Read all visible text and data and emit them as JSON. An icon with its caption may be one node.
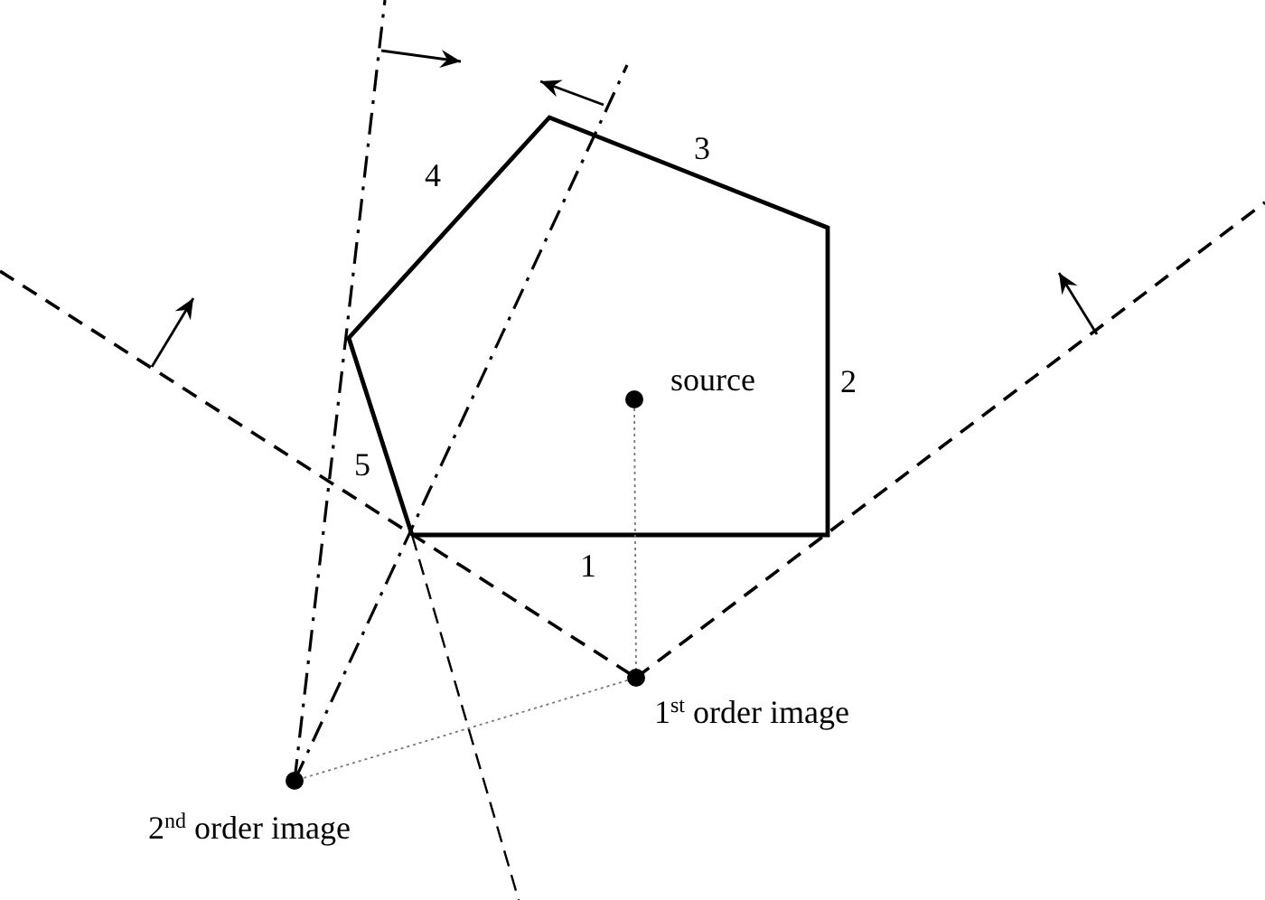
{
  "diagram": {
    "nodes": [
      {
        "text": [],
        "shape": "circle",
        "beside": [
          "source"
        ]
      },
      {
        "text": [],
        "shape": "circle",
        "beside": [
          "1$^{st}$ order image"
        ]
      },
      {
        "text": [],
        "shape": "circle",
        "beside": [
          "2$^{nd}$ order image"
        ]
      }
    ],
    "edges": [
      {
        "from": 0,
        "to": 1,
        "arrow": "none"
      },
      {
        "from": 1,
        "to": 2,
        "arrow": "none"
      }
    ],
    "labels": [
      "3",
      "4",
      "2",
      "5",
      "1"
    ]
  }
}
